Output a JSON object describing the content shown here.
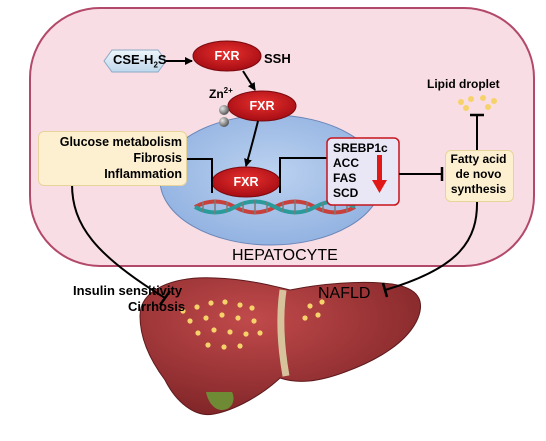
{
  "colors": {
    "cell_fill": "#f9dde4",
    "cell_border": "#b3496a",
    "nucleus_fill": "#a9c4ea",
    "fxr_fill": "#c8141c",
    "cream_box": "#fdf0d0",
    "liver": "#a3363a",
    "fat_dots": "#f6d26a",
    "down_arrow": "#e01818"
  },
  "icons": [
    "zinc-ion-icon",
    "dna-helix-icon",
    "lipid-droplet-icon",
    "liver-icon",
    "down-arrow-icon"
  ],
  "labels": {
    "cse": "CSE-H",
    "cse_sub": "2",
    "cse_tail": "S",
    "fxr_top": "FXR",
    "ssh": "SSH",
    "zn": "Zn",
    "zn_sup": "2+",
    "fxr_mid": "FXR",
    "fxr_dna": "FXR",
    "left_box": [
      "Glucose metabolism",
      "Fibrosis",
      "Inflammation"
    ],
    "gene_box": [
      "SREBP1c",
      "ACC",
      "FAS",
      "SCD"
    ],
    "right_box": [
      "Fatty acid",
      "de novo",
      "synthesis"
    ],
    "lipid_droplet": "Lipid droplet",
    "hepatocyte": "HEPATOCYTE",
    "insulin": "Insulin sensitivity",
    "cirrhosis": "Cirrhosis",
    "nafld": "NAFLD"
  }
}
